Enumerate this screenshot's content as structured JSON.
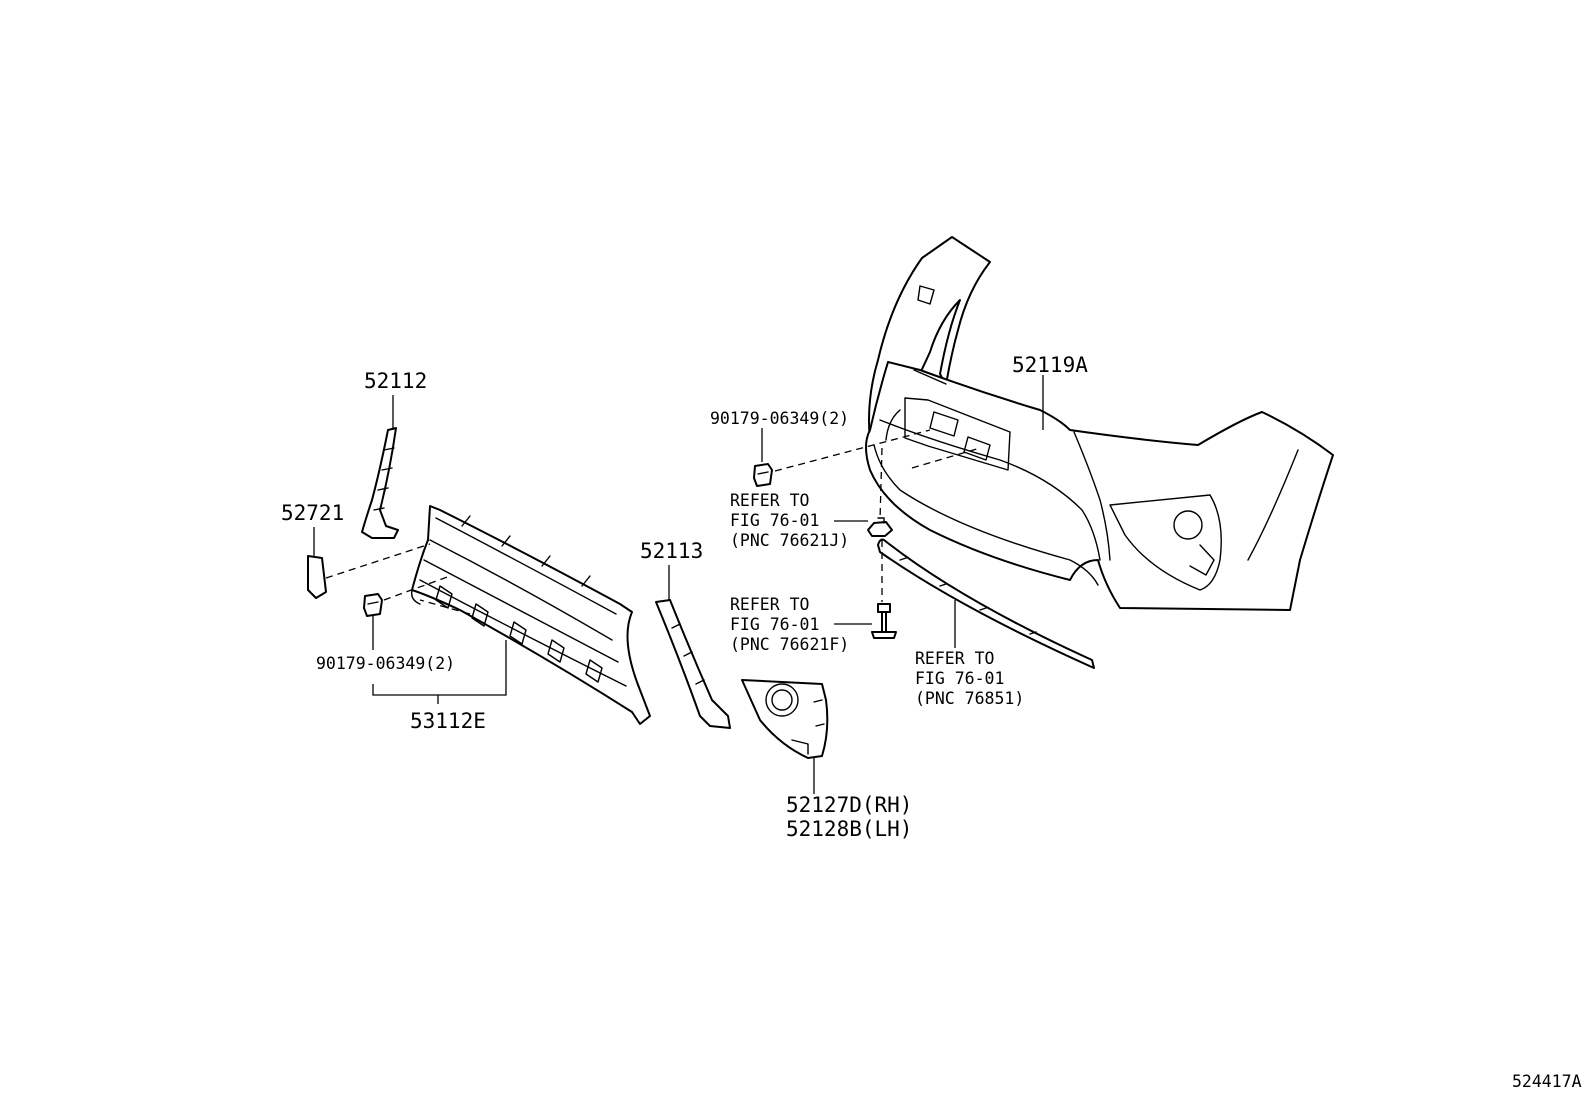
{
  "callouts": {
    "bumper_cover": "52119A",
    "clip_upper": "90179-06349(2)",
    "ref_a_line1": "REFER TO",
    "ref_a_line2": "FIG 76-01",
    "ref_a_line3": "(PNC 76621J)",
    "ref_b_line1": "REFER TO",
    "ref_b_line2": "FIG 76-01",
    "ref_b_line3": "(PNC 76621F)",
    "ref_c_line1": "REFER TO",
    "ref_c_line2": "FIG 76-01",
    "ref_c_line3": "(PNC 76851)",
    "molding_left": "52112",
    "cap": "52721",
    "clip_lower": "90179-06349(2)",
    "grille": "53112E",
    "molding_right": "52113",
    "fog_cover_rh": "52127D(RH)",
    "fog_cover_lh": "52128B(LH)"
  },
  "figure_id": "524417A"
}
